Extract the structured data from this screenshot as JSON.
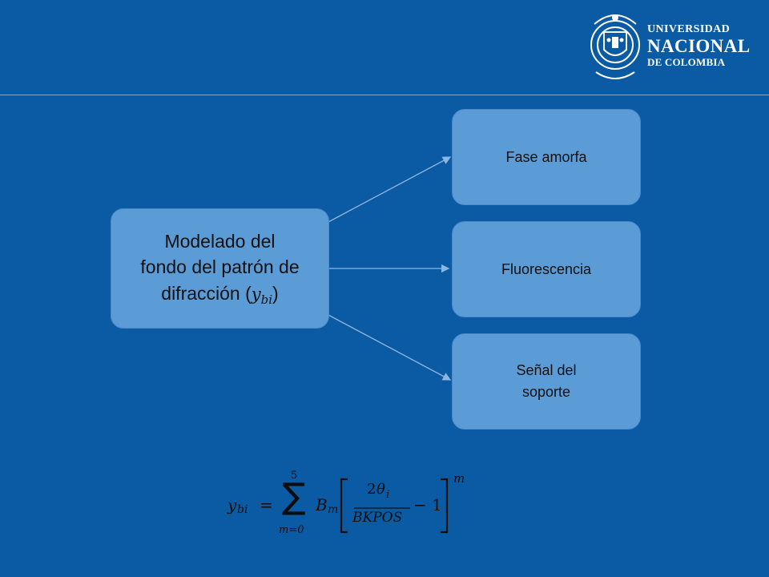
{
  "header": {
    "logo": {
      "line1": "UNIVERSIDAD",
      "line2": "NACIONAL",
      "line3": "DE COLOMBIA",
      "icon": "university-crest-icon"
    }
  },
  "diagram": {
    "main_node": {
      "line1": "Modelado del",
      "line2": "fondo del patrón de",
      "line3": "difracción (",
      "math_var": "y",
      "math_sub": "bi",
      "line3_end": ")"
    },
    "nodes": [
      {
        "lines": [
          "Fase amorfa"
        ]
      },
      {
        "lines": [
          "Fluorescencia"
        ]
      },
      {
        "lines": [
          "Señal del",
          "soporte"
        ]
      }
    ]
  },
  "formula": {
    "lhs_var": "y",
    "lhs_sub": "bi",
    "equals": "=",
    "sum_symbol": "∑",
    "sum_upper": "5",
    "sum_lower": "m=0",
    "coef": "B",
    "coef_sub": "m",
    "numerator_prefix": "2",
    "theta": "θ",
    "theta_sub": "i",
    "denominator": "BKPOS",
    "minus_one": "− 1",
    "exponent": "m"
  },
  "colors": {
    "background": "#0b5aa4",
    "box_fill": "#5b9bd6",
    "arrow": "#8fb6e0"
  }
}
